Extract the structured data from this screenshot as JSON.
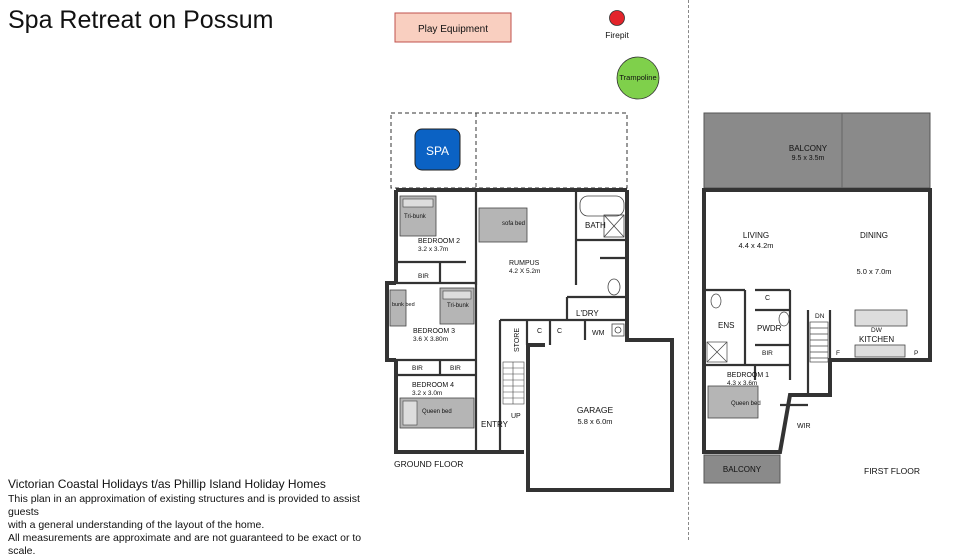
{
  "title": "Spa Retreat on Possum",
  "outdoor": {
    "play_equipment": "Play Equipment",
    "firepit": "Firepit",
    "trampoline": "Trampoline",
    "spa": "SPA"
  },
  "ground_floor": {
    "label": "GROUND FLOOR",
    "bedroom2": {
      "name": "BEDROOM 2",
      "size": "3.2 x 3.7m",
      "bed": "Tri-bunk"
    },
    "rumpus": {
      "name": "RUMPUS",
      "size": "4.2 X 5.2m",
      "sofa": "sofa bed"
    },
    "bath": "BATH",
    "bir": "BIR",
    "bedroom3": {
      "name": "BEDROOM 3",
      "size": "3.6 X 3.80m",
      "bunk": "bunk bed",
      "trib": "Tri-bunk"
    },
    "ldry": "L'DRY",
    "store": "STORE",
    "c": "C",
    "wm": "WM",
    "bedroom4": {
      "name": "BEDROOM 4",
      "size": "3.2 x 3.0m",
      "bed": "Queen bed"
    },
    "garage": {
      "name": "GARAGE",
      "size": "5.8 x 6.0m"
    },
    "entry": "ENTRY",
    "up": "UP"
  },
  "first_floor": {
    "label": "FIRST FLOOR",
    "balcony_top": {
      "name": "BALCONY",
      "size": "9.5 x 3.5m"
    },
    "living": {
      "name": "LIVING",
      "size": "4.4 x 4.2m"
    },
    "dining": {
      "name": "DINING",
      "size": "5.0 x 7.0m"
    },
    "ens": "ENS",
    "c": "C",
    "pwdr": "PWDR",
    "dn": "DN",
    "dw": "DW",
    "kitchen": "KITCHEN",
    "f": "F",
    "p": "P",
    "bir": "BIR",
    "bedroom1": {
      "name": "BEDROOM 1",
      "size": "4.3 x 3.6m",
      "bed": "Queen bed"
    },
    "wir": "WIR",
    "balcony_bottom": "BALCONY"
  },
  "info": {
    "company": "Victorian Coastal Holidays t/as Phillip Island Holiday Homes",
    "line1": "This plan in an approximation of existing structures and is provided to assist guests",
    "line2": "with a general understanding of the layout of the home.",
    "line3": "All measurements are approximate and are not guaranteed to be exact or to scale."
  },
  "colors": {
    "play_fill": "#f9cfc0",
    "play_border": "#c0504d",
    "firepit": "#e3242b",
    "trampoline": "#7fd04b",
    "spa": "#0b62c4",
    "balcony": "#8a8a8a",
    "furniture": "#a8a8a8"
  }
}
